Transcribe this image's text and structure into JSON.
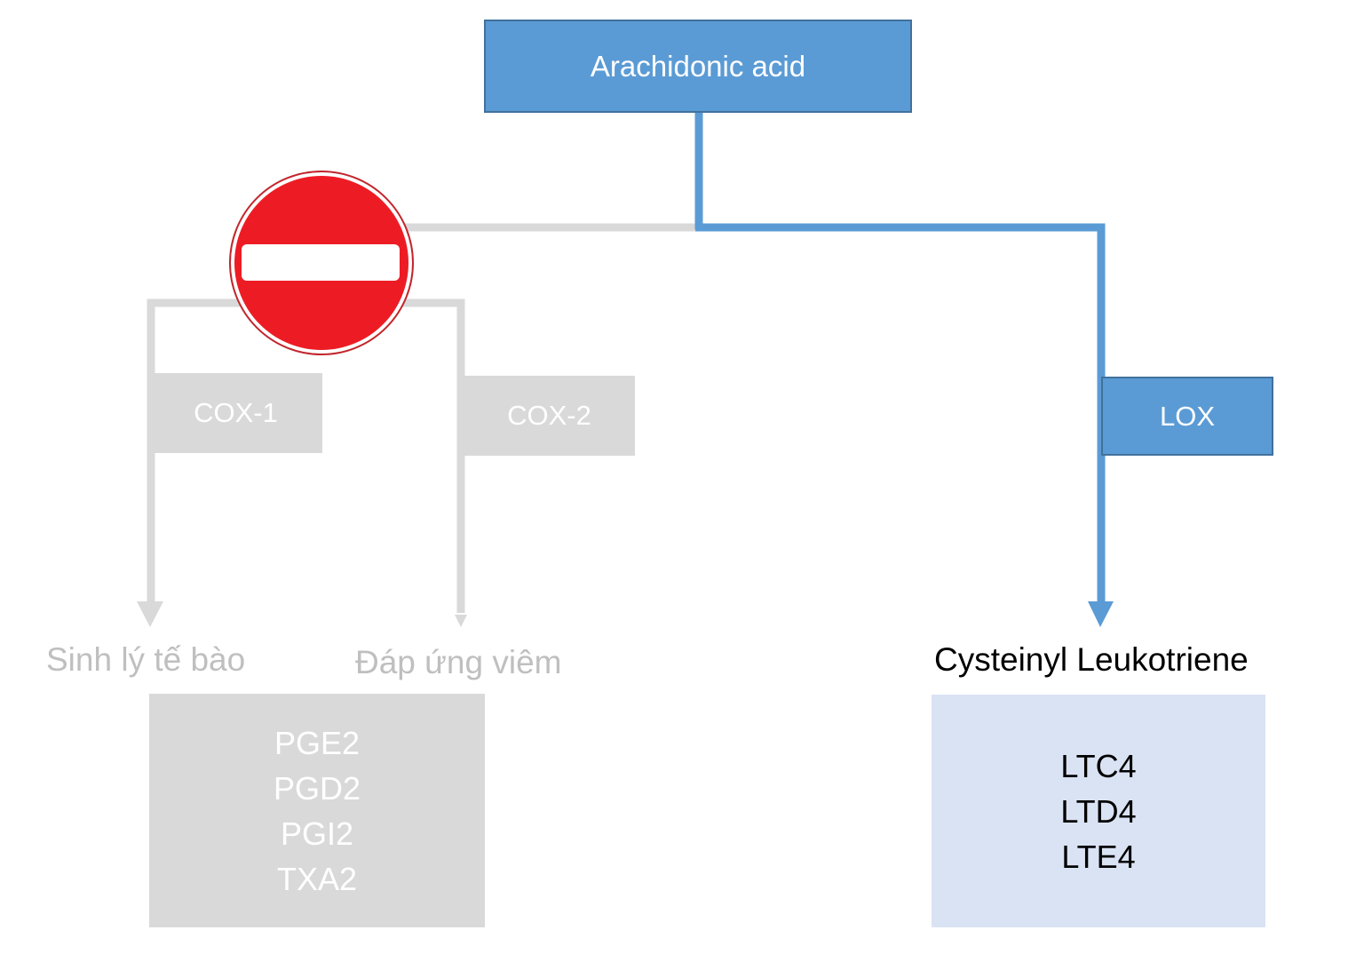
{
  "diagram": {
    "title": "Arachidonic acid metabolic pathway",
    "colors": {
      "active_blue": "#5b9bd5",
      "active_border": "#41719c",
      "inactive_grey": "#d9d9d9",
      "inactive_text": "#bfbfbf",
      "leukotriene_box": "#dae3f3",
      "stop_sign_red": "#ed1c24"
    },
    "nodes": {
      "source": {
        "label": "Arachidonic acid"
      },
      "cox1": {
        "label": "COX-1",
        "state": "inhibited"
      },
      "cox2": {
        "label": "COX-2",
        "state": "inhibited"
      },
      "lox": {
        "label": "LOX",
        "state": "active"
      }
    },
    "outcomes": {
      "cox1_outcome": "Sinh lý tế bào",
      "cox2_outcome": "Đáp ứng viêm",
      "lox_outcome": "Cysteinyl Leukotriene"
    },
    "prostaglandins": {
      "items": [
        "PGE2",
        "PGD2",
        "PGI2",
        "TXA2"
      ]
    },
    "leukotrienes": {
      "items": [
        "LTC4",
        "LTD4",
        "LTE4"
      ]
    },
    "icons": {
      "blocker": "no-entry-sign-icon"
    },
    "edges": [
      {
        "from": "Arachidonic acid",
        "to": "COX-1",
        "state": "blocked"
      },
      {
        "from": "Arachidonic acid",
        "to": "COX-2",
        "state": "blocked"
      },
      {
        "from": "Arachidonic acid",
        "to": "LOX",
        "state": "active"
      },
      {
        "from": "COX-1",
        "to": "Sinh lý tế bào",
        "state": "blocked"
      },
      {
        "from": "COX-2",
        "to": "Đáp ứng viêm",
        "state": "blocked"
      },
      {
        "from": "LOX",
        "to": "Cysteinyl Leukotriene",
        "state": "active"
      }
    ]
  }
}
